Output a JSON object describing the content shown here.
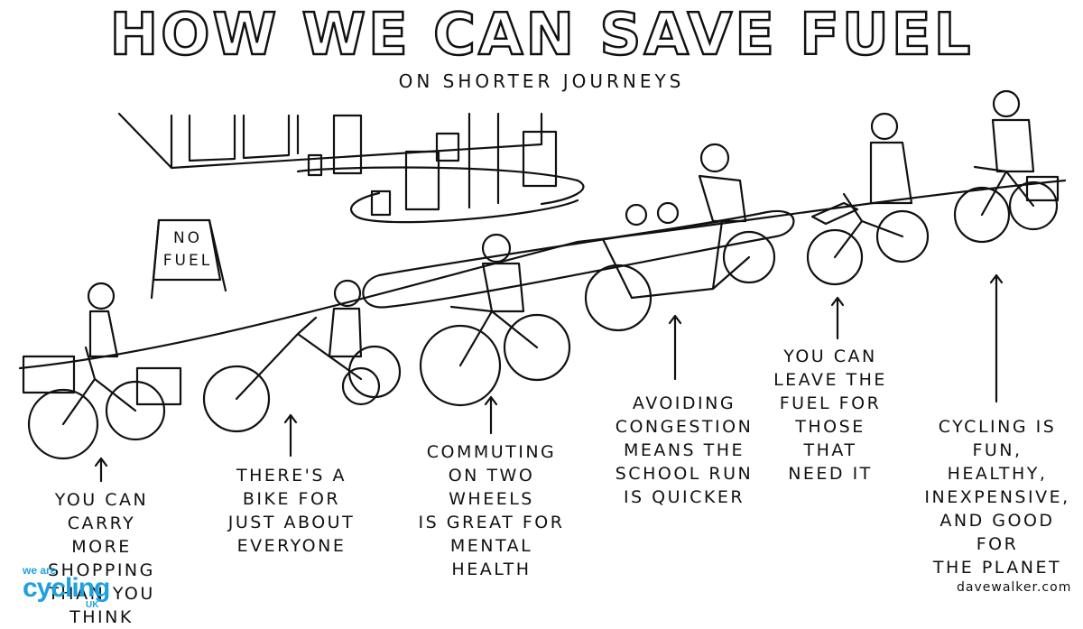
{
  "header": {
    "title": "HOW WE CAN SAVE FUEL",
    "subtitle": "ON SHORTER JOURNEYS"
  },
  "sign": {
    "line1": "NO",
    "line2": "FUEL"
  },
  "captions": [
    {
      "lines": [
        "YOU CAN CARRY",
        "MORE SHOPPING",
        "THAN YOU THINK"
      ]
    },
    {
      "lines": [
        "THERE'S A",
        "BIKE FOR",
        "JUST ABOUT",
        "EVERYONE"
      ]
    },
    {
      "lines": [
        "COMMUTING",
        "ON TWO WHEELS",
        "IS GREAT FOR",
        "MENTAL HEALTH"
      ]
    },
    {
      "lines": [
        "AVOIDING",
        "CONGESTION",
        "MEANS THE",
        "SCHOOL RUN",
        "IS QUICKER"
      ]
    },
    {
      "lines": [
        "YOU CAN",
        "LEAVE THE",
        "FUEL FOR",
        "THOSE THAT",
        "NEED IT"
      ]
    },
    {
      "lines": [
        "CYCLING IS",
        "FUN, HEALTHY,",
        "INEXPENSIVE,",
        "AND GOOD FOR",
        "THE PLANET"
      ]
    }
  ],
  "logo": {
    "line1": "we are",
    "line2": "cycling",
    "line3": "UK",
    "color": "#1fa0e0"
  },
  "credit": "davewalker.com",
  "icons": [
    "bicycle-icon",
    "fuel-pump-icon",
    "arrow-up-icon"
  ]
}
